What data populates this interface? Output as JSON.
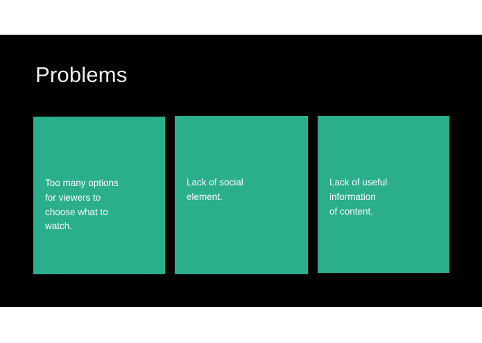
{
  "slide": {
    "title": "Problems",
    "background_color": "#000000",
    "title_color": "#f2f2f2",
    "accent_color": "#2bae8c",
    "card_text_color": "#ffffff",
    "cards": [
      {
        "id": "card-too-many-options",
        "text": "Too many options\nfor viewers to\nchoose what to\nwatch."
      },
      {
        "id": "card-lack-social",
        "text": "Lack of social\nelement."
      },
      {
        "id": "card-lack-info",
        "text": "Lack of useful\ninformation\nof content."
      }
    ]
  },
  "viewer": {
    "page_background": "#ffffff"
  }
}
